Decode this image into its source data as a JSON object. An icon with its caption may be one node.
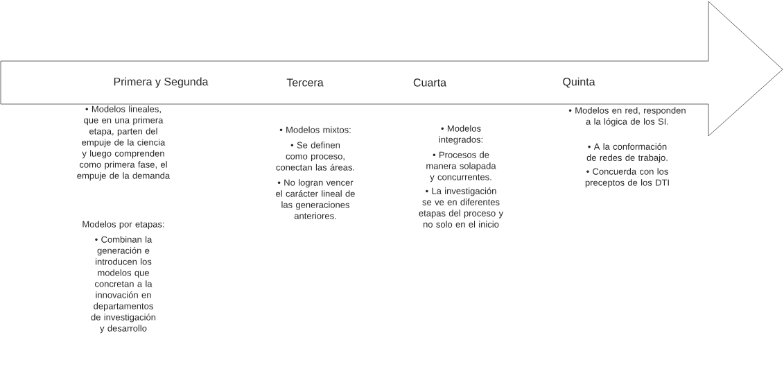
{
  "diagram": {
    "nodes": [
      {
        "text": [
          "Primera y Segunda",
          "Tercera",
          "Cuarta",
          "Quinta"
        ]
      }
    ],
    "labels": [
      "• Modelos lineales, que en una primera etapa, parten del empuje de la ciencia y luego comprenden como primera fase, el empuje de la demanda",
      "Modelos por etapas:",
      "• Combinan la generación e introducen los modelos que concretan a la innovación en departamentos de investigación y desarrollo",
      "• Modelos mixtos:",
      "• Se definen como proceso, conectan las áreas.",
      "• No logran vencer el carácter lineal de las generaciones anteriores.",
      "• Modelos integrados:",
      "• Procesos de manera solapada y concurrentes.",
      "• La investigación se ve en diferentes etapas del proceso y no solo en el inicio",
      "• Modelos en red, responden a la lógica de los SI.",
      "• A la conformación de redes de trabajo.",
      "• Concuerda con los preceptos de los DTI"
    ]
  }
}
